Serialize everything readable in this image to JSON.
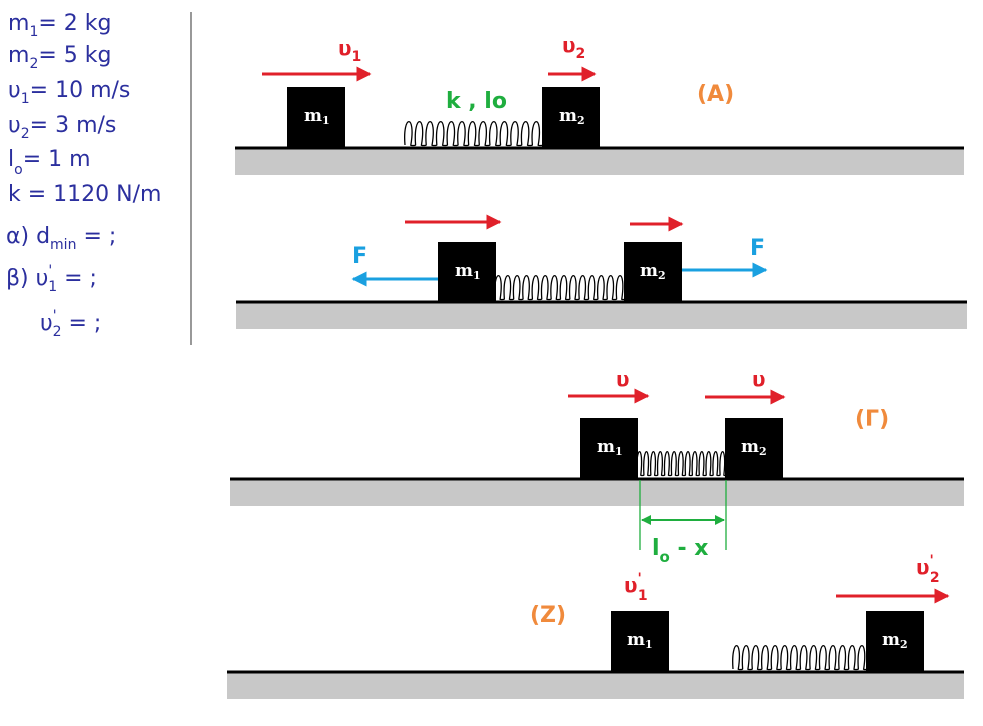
{
  "colors": {
    "given_text": "#2b2f9e",
    "velocity_arrow": "#e0202a",
    "force_arrow": "#1aa0e0",
    "stage_label": "#f08a3c",
    "spring_label": "#1fae3f",
    "ground": "#c8c8c8",
    "block": "#000000"
  },
  "given": {
    "m1": {
      "sym": "m",
      "sub": "1",
      "rest": "= 2 kg"
    },
    "m2": {
      "sym": "m",
      "sub": "2",
      "rest": "= 5 kg"
    },
    "u1": {
      "sym": "υ",
      "sub": "1",
      "rest": "= 10 m/s"
    },
    "u2": {
      "sym": "υ",
      "sub": "2",
      "rest": "= 3 m/s"
    },
    "l0": {
      "sym": "l",
      "sub": "o",
      "rest": "= 1 m"
    },
    "k": {
      "text": "k = 1120 N/m"
    },
    "q_a": {
      "pre": "α) d",
      "sub": "min",
      "post": " = ;"
    },
    "q_b1": {
      "pre": "β) υ",
      "prime": "'",
      "sub": "1",
      "post": " = ;"
    },
    "q_b2": {
      "pre": "υ",
      "prime": "'",
      "sub": "2",
      "post": " = ;"
    }
  },
  "blocks": {
    "m1": {
      "sym": "m",
      "sub": "1"
    },
    "m2": {
      "sym": "m",
      "sub": "2"
    }
  },
  "stages": {
    "A": {
      "label": "(A)",
      "u1": {
        "sym": "υ",
        "sub": "1"
      },
      "u2": {
        "sym": "υ",
        "sub": "2"
      },
      "spring": "k , lo"
    },
    "B": {
      "force_left": "F",
      "force_right": "F"
    },
    "G": {
      "label": "(Γ)",
      "u_left": "υ",
      "u_right": "υ",
      "dist": {
        "l": "l",
        "sub": "o",
        "rest": " - x"
      }
    },
    "Z": {
      "label": "(Z)",
      "u1p": {
        "sym": "υ",
        "prime": "'",
        "sub": "1"
      },
      "u2p": {
        "sym": "υ",
        "prime": "'",
        "sub": "2"
      }
    }
  }
}
